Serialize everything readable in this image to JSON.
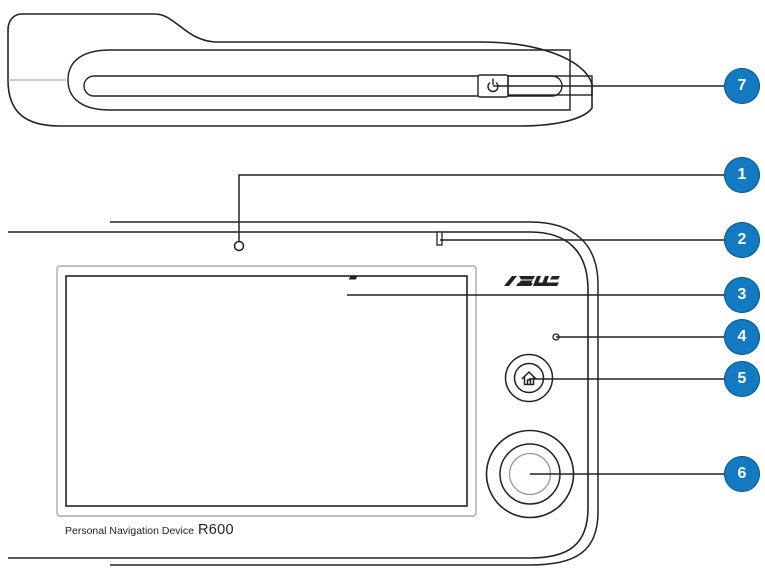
{
  "device": {
    "brand": "ASUS",
    "label_prefix": "Personal Navigation Device",
    "model": "R600"
  },
  "callouts": [
    "1",
    "2",
    "3",
    "4",
    "5",
    "6",
    "7"
  ],
  "colors": {
    "callout_fill": "#1379c0",
    "outline": "#222222",
    "screen_border": "#aaaaaa"
  },
  "icons": {
    "power": "power-icon",
    "home": "home-icon"
  }
}
